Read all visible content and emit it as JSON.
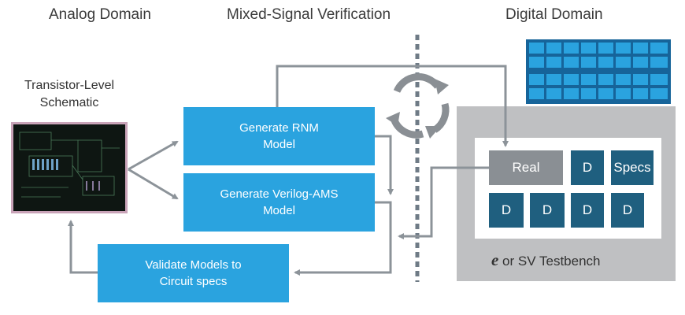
{
  "headings": {
    "analog": "Analog Domain",
    "mixed": "Mixed-Signal Verification",
    "digital": "Digital Domain"
  },
  "schematic": {
    "label": "Transistor-Level\nSchematic"
  },
  "boxes": {
    "rnm": "Generate RNM\nModel",
    "verilog_ams": "Generate Verilog-AMS\nModel",
    "validate": "Validate Models to\nCircuit specs"
  },
  "testbench": {
    "real": "Real",
    "d": "D",
    "specs": "Specs",
    "label_prefix": "e",
    "label_suffix": " or SV Testbench"
  },
  "colors": {
    "process_blue": "#2aa3df",
    "d_block": "#1f5f7f",
    "real_block": "#8a8f94",
    "arrow_gray": "#8c9399",
    "testbench_gray": "#bfc0c2",
    "server_blue": "#1d8fd6"
  },
  "icons": {
    "server_stack": "server-rack-icon",
    "sync": "sync-arrows-icon"
  }
}
